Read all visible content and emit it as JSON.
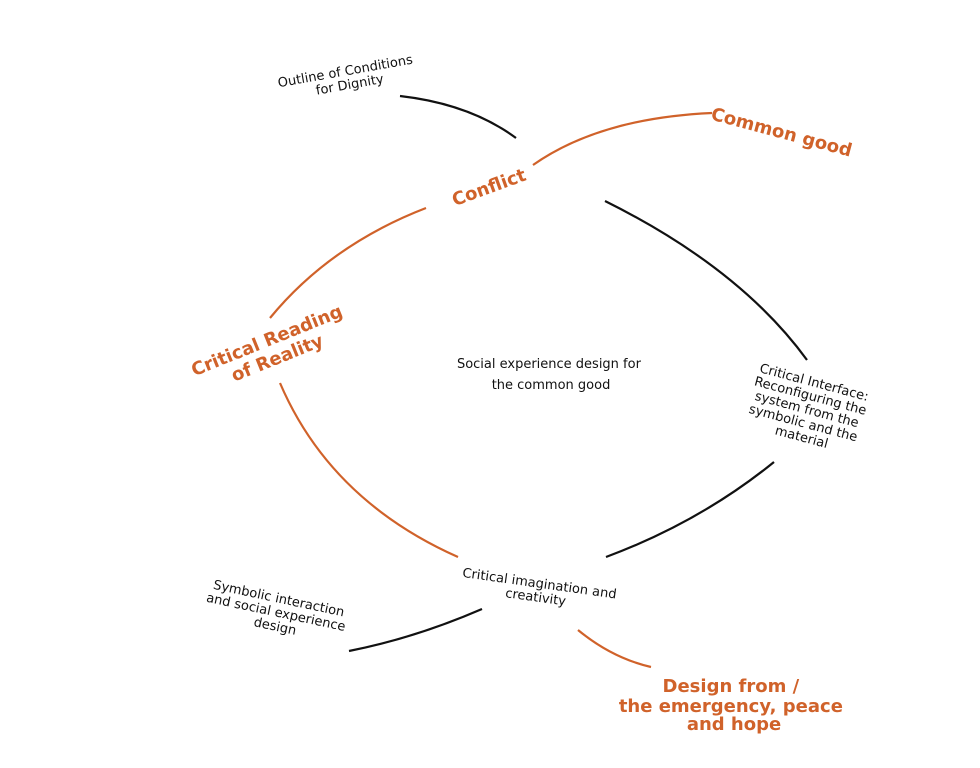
{
  "colors": {
    "accent": "#d0622a",
    "line": "#111111"
  },
  "diagram": {
    "center": [
      "Social experience design for",
      "the common good"
    ],
    "outline": [
      "Outline of Conditions",
      "for Dignity"
    ],
    "common_good": "Common good",
    "conflict": "Conflict",
    "critical_reading": [
      "Critical Reading",
      "of Reality"
    ],
    "critical_interface": [
      "Critical Interface:",
      "Reconfiguring the",
      "system from the",
      "symbolic and the",
      "material"
    ],
    "critical_imagination": [
      "Critical imagination and",
      "creativity"
    ],
    "symbolic_interaction": [
      "Symbolic interaction",
      "and social experience",
      "design"
    ],
    "design_from": [
      "Design from /",
      "the emergency, peace",
      "and hope"
    ]
  }
}
